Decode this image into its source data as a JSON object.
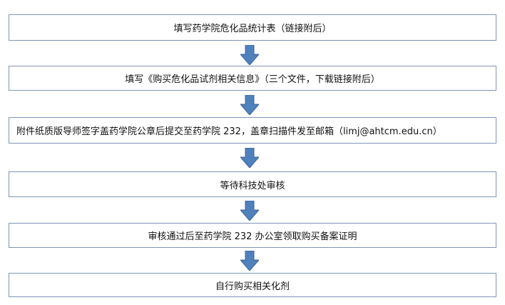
{
  "flowchart": {
    "steps": [
      {
        "text": "填写药学院危化品统计表（链接附后）"
      },
      {
        "text": "填写《购买危化品试剂相关信息》（三个文件，下载链接附后）"
      },
      {
        "text": "附件纸质版导师签字盖药学院公章后提交至药学院 232，盖章扫描件发至邮箱（limj@ahtcm.edu.cn）"
      },
      {
        "text": "等待科技处审核"
      },
      {
        "text": "审核通过后至药学院 232 办公室领取购买备案证明"
      },
      {
        "text": "自行购买相关化剂"
      }
    ],
    "colors": {
      "box_border": "#7f95b9",
      "arrow_fill": "#4f81bd",
      "arrow_stroke": "#3a6496"
    }
  }
}
